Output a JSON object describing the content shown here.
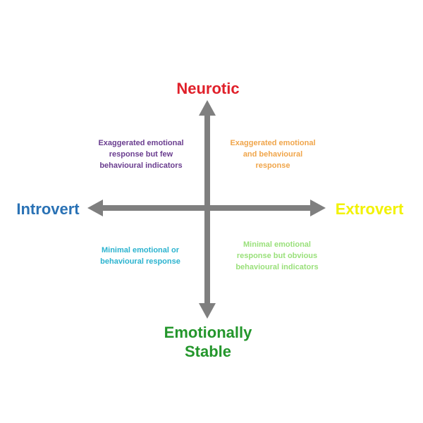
{
  "axes": {
    "top": {
      "label": "Neurotic",
      "color": "#e0202a"
    },
    "bottom": {
      "lines": [
        "Emotionally",
        "Stable"
      ],
      "color": "#23962b"
    },
    "left": {
      "label": "Introvert",
      "color": "#2a72b5"
    },
    "right": {
      "label": "Extrovert",
      "color": "#f2f200"
    },
    "arrow_color": "#7f7f7f"
  },
  "quadrants": {
    "top_left": {
      "lines": [
        "Exaggerated emotional",
        "response but few",
        "behavioural indicators"
      ],
      "color": "#6a3d8f"
    },
    "top_right": {
      "lines": [
        "Exaggerated emotional",
        "and behavioural",
        "response"
      ],
      "color": "#f0a54a"
    },
    "bottom_left": {
      "lines": [
        "Minimal emotional or",
        "behavioural response"
      ],
      "color": "#2bb3cf"
    },
    "bottom_right": {
      "lines": [
        "Minimal emotional",
        "response but obvious",
        "behavioural indicators"
      ],
      "color": "#99e07a"
    }
  }
}
